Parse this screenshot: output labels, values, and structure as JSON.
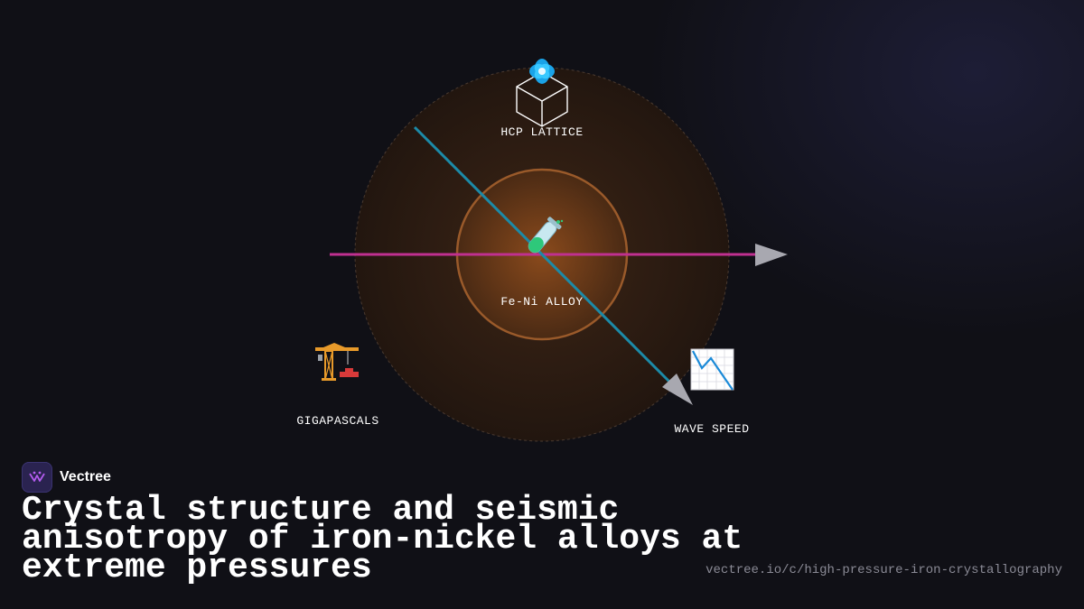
{
  "diagram": {
    "center_node": {
      "label": "Fe-Ni ALLOY",
      "icon": "test-tube-icon"
    },
    "nodes": [
      {
        "id": "lattice",
        "label": "HCP LATTICE",
        "icon": "hcp-crystal-icon"
      },
      {
        "id": "pressure",
        "label": "GIGAPASCALS",
        "icon": "construction-crane-icon"
      },
      {
        "id": "wave",
        "label": "WAVE SPEED",
        "icon": "chart-decreasing-icon"
      }
    ],
    "colors": {
      "outer_disc": "#3a2416",
      "inner_disc": "#8a4a20",
      "inner_ring": "#9a5a2a",
      "horizontal_axis": "#c03090",
      "diagonal_axis": "#1c8aa8",
      "arrowhead": "#a8a8b0"
    }
  },
  "brand": {
    "name": "Vectree",
    "logo_icon": "vectree-logo-icon"
  },
  "headline": "Crystal structure and seismic anisotropy of iron-nickel alloys at extreme pressures",
  "url": "vectree.io/c/high-pressure-iron-crystallography"
}
